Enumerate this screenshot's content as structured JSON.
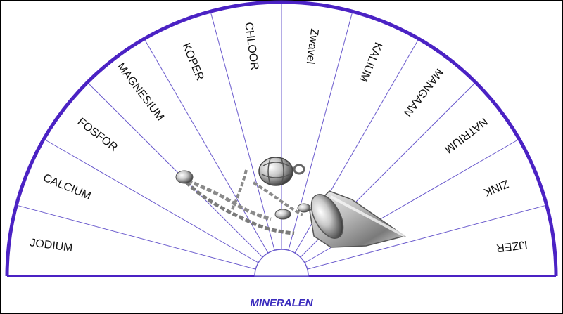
{
  "chart": {
    "title": "MINERALEN",
    "sectors": [
      "JODIUM",
      "CALCIUM",
      "FOSFOR",
      "MAGNESIUM",
      "KOPER",
      "CHLOOR",
      "Zwavel",
      "KALIUM",
      "MANGAAN",
      "NATRIUM",
      "ZINK",
      "IJZER"
    ]
  },
  "colors": {
    "arc": "#4b22c4",
    "lines": "#6a5acd",
    "background": "#ffffff",
    "text": "#111111",
    "title": "#3a2bbd",
    "border": "#000000"
  },
  "image": {
    "subject": "pendulum-icon"
  }
}
